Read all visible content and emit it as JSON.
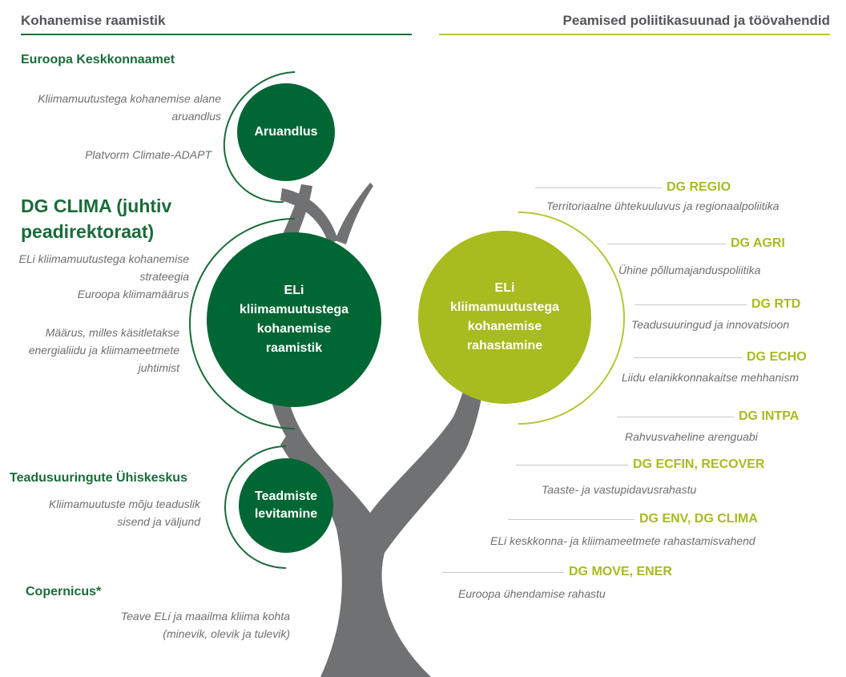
{
  "headers": {
    "left": "Kohanemise raamistik",
    "right": "Peamised poliitikasuunad ja töövahendid"
  },
  "colors": {
    "dark_green": "#006633",
    "lime": "#a8bb1f",
    "trunk": "#707173",
    "text_grey": "#6d6e71"
  },
  "left_groups": [
    {
      "org": "Euroopa Keskkonnaamet",
      "items": [
        "Kliimamuutustega kohanemise alane aruandlus",
        "Platvorm Climate-ADAPT"
      ]
    },
    {
      "org": "DG CLIMA (juhtiv peadirektoraat)",
      "items": [
        "ELi kliimamuutustega kohanemise strateegia",
        "Euroopa kliimamäärus",
        "Määrus, milles käsitletakse energialiidu ja kliimameetmete juhtimist"
      ]
    },
    {
      "org": "Teadusuuringute Ühiskeskus",
      "items": [
        "Kliimamuutuste mõju teaduslik sisend ja väljund"
      ]
    },
    {
      "org": "Copernicus*",
      "items": [
        "Teave ELi ja maailma kliima kohta (minevik, olevik ja tulevik)"
      ]
    }
  ],
  "circles": {
    "reporting": "Aruandlus",
    "framework": "ELi kliimamuutustega kohanemise raamistik",
    "knowledge": "Teadmiste levitamine",
    "funding": "ELi kliimamuutustega kohanemise rahastamine"
  },
  "right_items": [
    {
      "dg": "DG REGIO",
      "desc": "Territoriaalne ühtekuuluvus ja regionaalpoliitika"
    },
    {
      "dg": "DG AGRI",
      "desc": "Ühine põllumajanduspoliitika"
    },
    {
      "dg": "DG RTD",
      "desc": "Teadusuuringud ja innovatsioon"
    },
    {
      "dg": "DG ECHO",
      "desc": "Liidu elanikkonnakaitse mehhanism"
    },
    {
      "dg": "DG INTPA",
      "desc": "Rahvusvaheline arenguabi"
    },
    {
      "dg": "DG ECFIN, RECOVER",
      "desc": "Taaste- ja vastupidavusrahastu"
    },
    {
      "dg": "DG ENV, DG CLIMA",
      "desc": "ELi keskkonna- ja kliimameetmete rahastamisvahend"
    },
    {
      "dg": "DG MOVE, ENER",
      "desc": "Euroopa ühendamise rahastu"
    }
  ]
}
